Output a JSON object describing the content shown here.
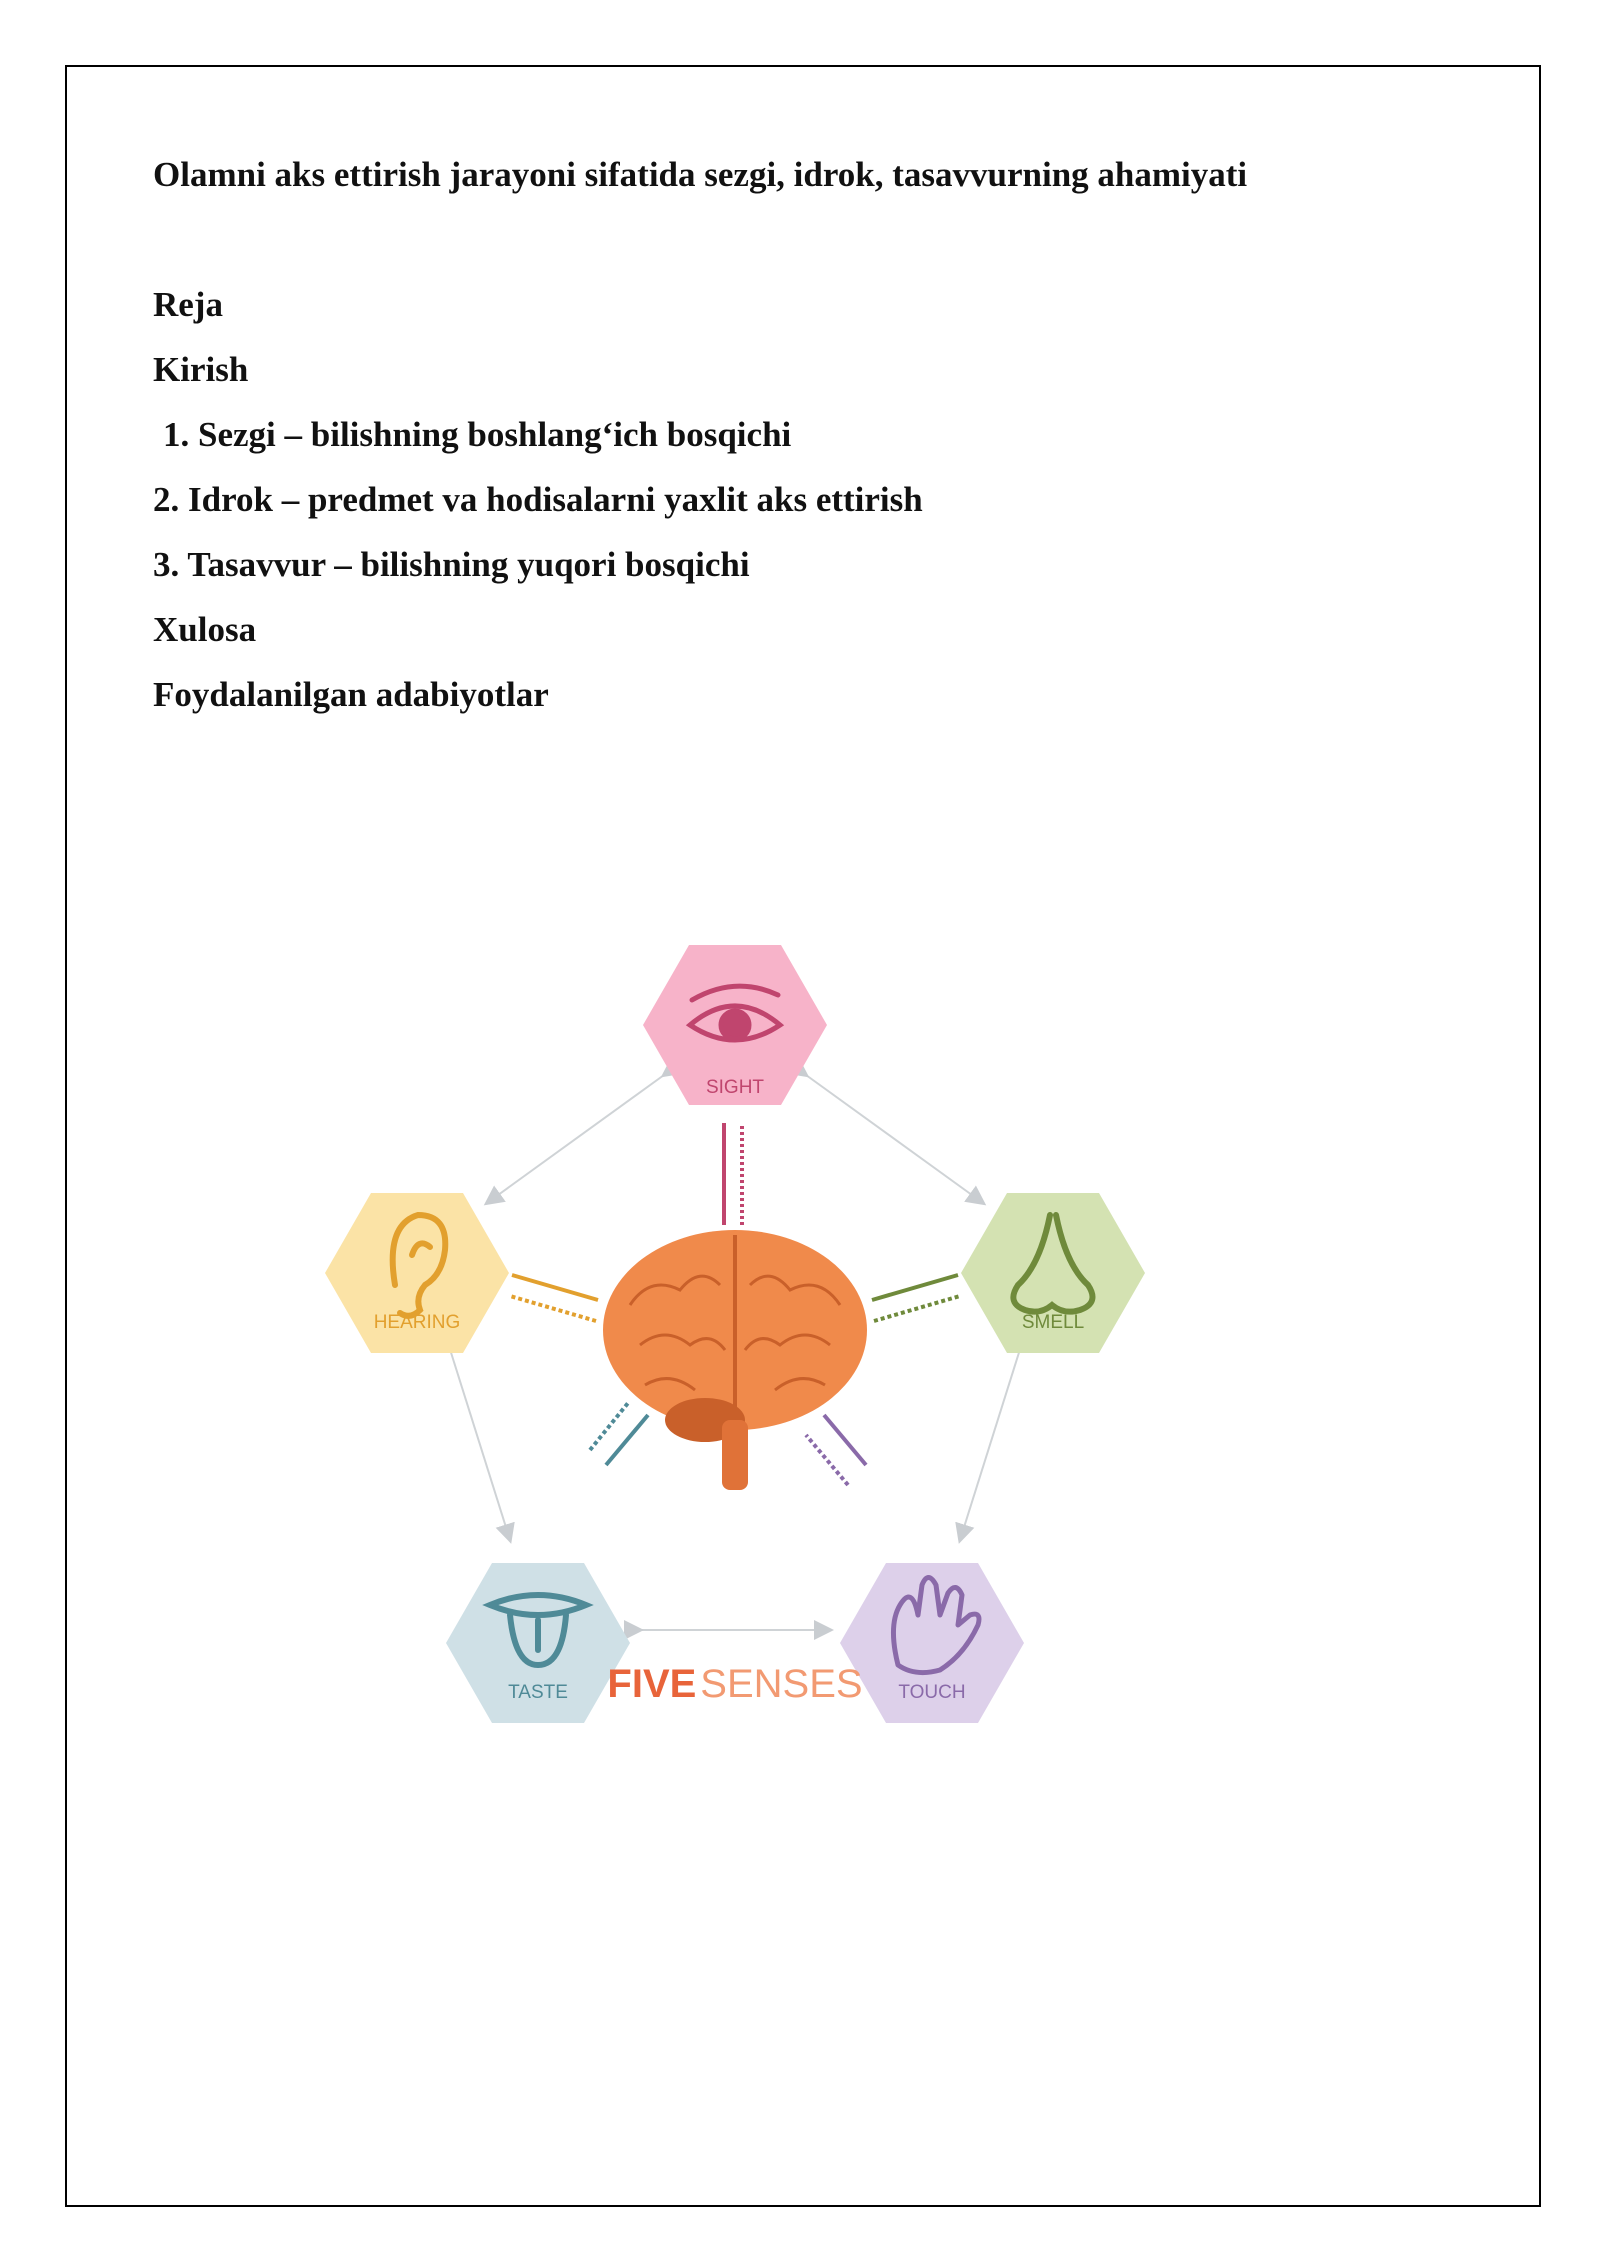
{
  "document": {
    "title": "Olamni aks ettirish jarayoni sifatida sezgi, idrok, tasavvurning ahamiyati"
  },
  "outline": [
    "Reja",
    "Kirish",
    "1. Sezgi – bilishning boshlang‘ich bosqichi",
    "2. Idrok – predmet va hodisalarni yaxlit aks ettirish",
    "3. Tasavvur – bilishning yuqori bosqichi",
    "Xulosa",
    "Foydalanilgan adabiyotlar"
  ],
  "figure": {
    "caption_bold": "FIVE",
    "caption_light": "SENSES",
    "senses": [
      {
        "label": "SIGHT",
        "icon": "eye-icon",
        "fill": "#f7b3c9",
        "stroke": "#c0456e"
      },
      {
        "label": "HEARING",
        "icon": "ear-icon",
        "fill": "#fbe3a6",
        "stroke": "#e2a02e"
      },
      {
        "label": "SMELL",
        "icon": "nose-icon",
        "fill": "#d4e2b2",
        "stroke": "#6f8a3b"
      },
      {
        "label": "TASTE",
        "icon": "tongue-icon",
        "fill": "#cfe0e6",
        "stroke": "#4f8a97"
      },
      {
        "label": "TOUCH",
        "icon": "hand-icon",
        "fill": "#ddd0ea",
        "stroke": "#8a6aa9"
      }
    ],
    "colors": {
      "brain": "#f08a4b",
      "brain_dark": "#c9602a",
      "caption_bold": "#e8643a",
      "caption_light": "#f29a72",
      "connector": "#cfd3d6"
    }
  }
}
